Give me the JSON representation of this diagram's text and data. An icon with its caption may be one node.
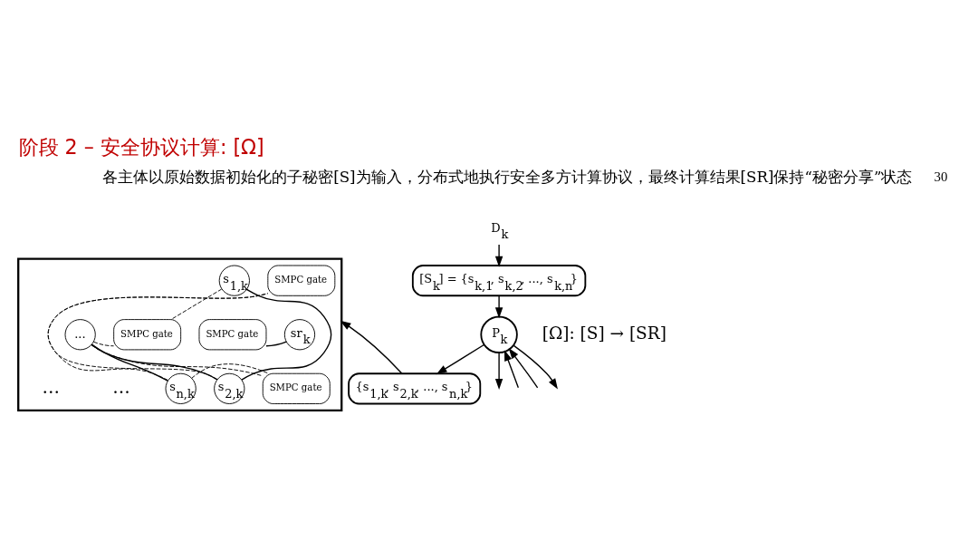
{
  "diagram": {
    "title": "阶段 2 – 安全协议计算: [Ω]",
    "nodes": [
      {
        "text": [
          "D$_{k}$"
        ]
      },
      {
        "text": [
          "[S$_{k}$] = {s$_{k,1}$, s$_{k,2}$, ..., s$_{k,n}$}"
        ]
      },
      {
        "text": [
          "P$_{k}$"
        ]
      },
      {
        "text": [
          "{s$_{1,k}$, s$_{2,k}$, ..., s$_{n,k}$}"
        ]
      },
      {
        "text": [],
        "shape": "box"
      },
      {
        "text": [
          "s$_{1,k}$"
        ],
        "in": 4
      },
      {
        "text": [
          "s$_{2,k}$"
        ],
        "in": 4
      },
      {
        "text": [
          "..."
        ],
        "in": 4
      },
      {
        "text": [
          "s$_{n,k}$"
        ],
        "in": 4
      },
      {
        "text": [
          "SMPC gate"
        ],
        "in": 4
      },
      {
        "text": [
          "SMPC gate"
        ],
        "in": 4
      },
      {
        "text": [
          "SMPC gate"
        ],
        "in": 4
      },
      {
        "text": [
          "SMPC gate"
        ],
        "in": 4
      },
      {
        "text": [
          "sr$_{k}$"
        ],
        "in": 4
      }
    ],
    "edges": [
      {
        "from": 0,
        "to": 1,
        "arrow": "to"
      },
      {
        "from": 1,
        "to": 2,
        "arrow": "to"
      },
      {
        "from": 2,
        "to": 3,
        "arrow": "to"
      },
      {
        "from": 2,
        "to": null,
        "arrow": "to"
      },
      {
        "from": null,
        "to": 2,
        "arrow": "to"
      },
      {
        "from": null,
        "to": 2,
        "arrow": "to"
      },
      {
        "from": 2,
        "to": null,
        "arrow": "to"
      },
      {
        "from": 3,
        "to": 4,
        "arrow": "to"
      },
      {
        "from": 5,
        "to": 6,
        "arrow": "none"
      },
      {
        "from": 6,
        "to": 7,
        "arrow": "none"
      },
      {
        "from": 7,
        "to": 8,
        "arrow": "none"
      },
      {
        "from": 5,
        "to": 10,
        "arrow": "none",
        "style": "dashed"
      },
      {
        "from": 6,
        "to": 9,
        "arrow": "none",
        "style": "dashed"
      },
      {
        "from": 7,
        "to": 10,
        "arrow": "none",
        "style": "dashed"
      },
      {
        "from": 7,
        "to": 11,
        "arrow": "none",
        "style": "dashed"
      },
      {
        "from": 8,
        "to": 9,
        "arrow": "none",
        "style": "dashed"
      },
      {
        "from": 8,
        "to": 11,
        "arrow": "none",
        "style": "dashed"
      },
      {
        "from": 12,
        "to": 13,
        "arrow": "none"
      }
    ],
    "labels": [
      "30",
      "各主体以原始数据初始化的子秘密[S]为输入，分布式地执行安全多方计算协议，最终计算结果[SR]保持“秘密分享”状态",
      "...",
      "...",
      "[Ω]: [S] → [SR]"
    ]
  }
}
